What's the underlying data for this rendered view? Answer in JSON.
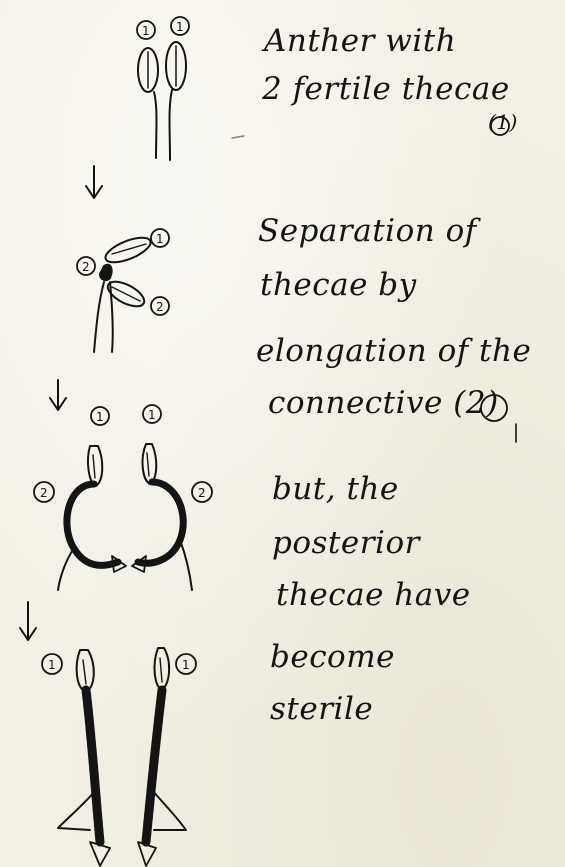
{
  "notes": {
    "step1": [
      "Anther with",
      "2 fertile thecae",
      "(1)"
    ],
    "step2": [
      "Separation of",
      "thecae by",
      "elongation of the",
      "connective (2)"
    ],
    "step3": [
      "but, the",
      "posterior",
      "thecae have",
      "become",
      "sterile"
    ]
  },
  "markers": {
    "theca": "1",
    "connective": "2"
  },
  "colors": {
    "ink": "#141414",
    "paper": "#f2efe3"
  }
}
